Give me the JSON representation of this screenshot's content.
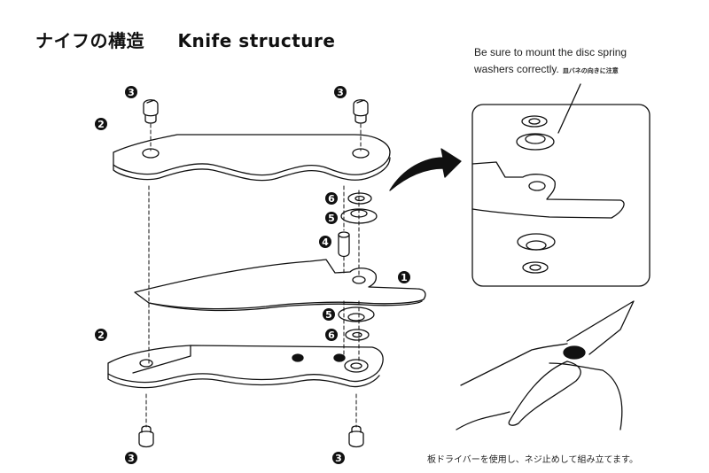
{
  "title": {
    "japanese": "ナイフの構造",
    "english": "Knife structure"
  },
  "note": {
    "line1": "Be sure to mount the disc spring",
    "line2": "washers correctly.",
    "japanese": "皿バネの向きに注意"
  },
  "caption": "板ドライバーを使用し、ネジ止めして組み立てます。",
  "parts": [
    {
      "number": "1",
      "part": "blade"
    },
    {
      "number": "2",
      "part": "handle-plate"
    },
    {
      "number": "3",
      "part": "screw"
    },
    {
      "number": "4",
      "part": "pin"
    },
    {
      "number": "5",
      "part": "disc-spring-washer"
    },
    {
      "number": "6",
      "part": "washer"
    }
  ],
  "labels": {
    "b1": "1",
    "b2_top": "2",
    "b2_bottom": "2",
    "b3_top_left": "3",
    "b3_top_right": "3",
    "b3_bottom_left": "3",
    "b3_bottom_right": "3",
    "b4": "4",
    "b5_top": "5",
    "b5_bottom": "5",
    "b6_top": "6",
    "b6_bottom": "6"
  },
  "colors": {
    "ink": "#111111",
    "paper": "#ffffff"
  }
}
